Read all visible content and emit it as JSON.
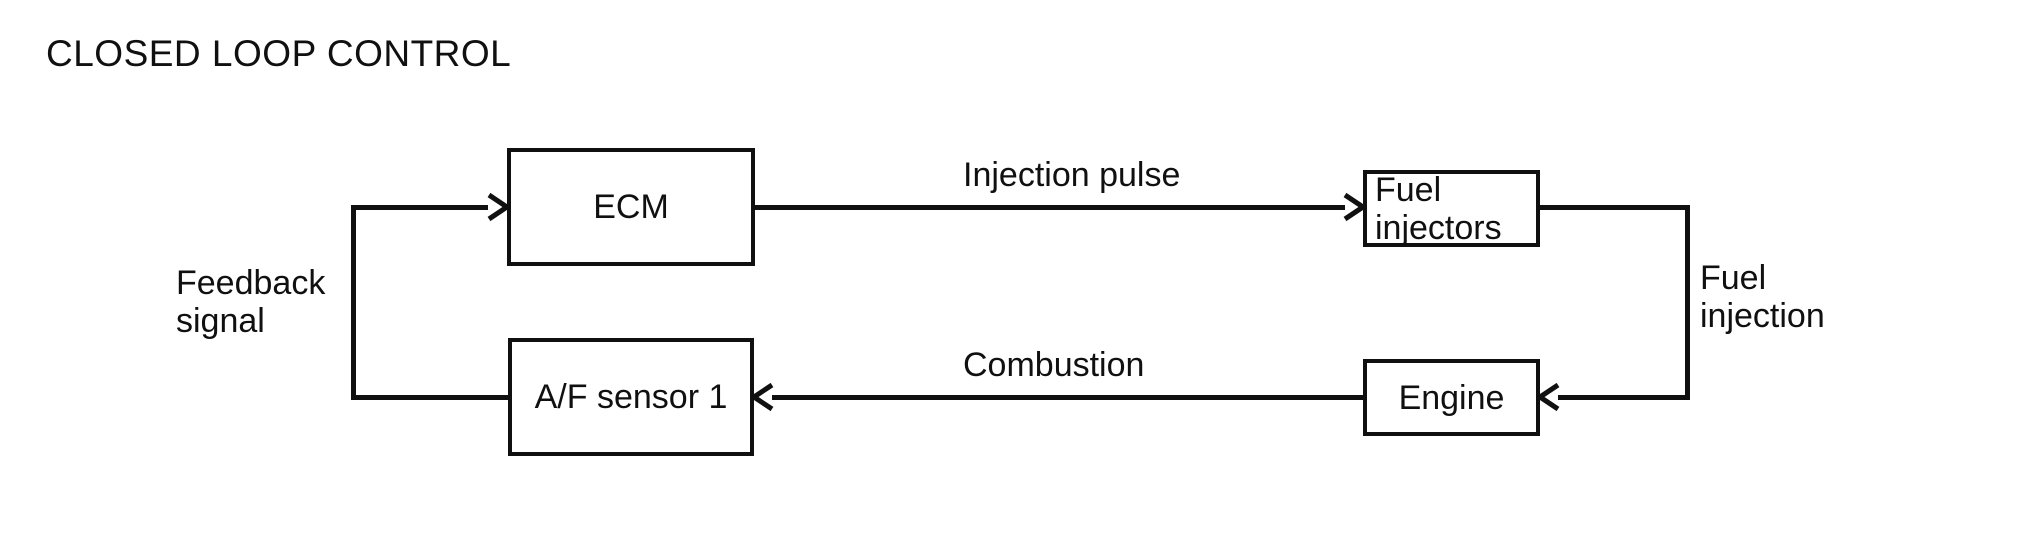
{
  "title": "CLOSED LOOP CONTROL",
  "nodes": {
    "ecm": {
      "label": "ECM"
    },
    "fuel_injectors": {
      "label": "Fuel\ninjectors"
    },
    "engine": {
      "label": "Engine"
    },
    "af_sensor_1": {
      "label": "A/F sensor 1"
    }
  },
  "edges": {
    "injection_pulse": {
      "label": "Injection pulse",
      "from": "ECM",
      "to": "Fuel injectors"
    },
    "fuel_injection": {
      "label": "Fuel\ninjection",
      "from": "Fuel injectors",
      "to": "Engine"
    },
    "combustion": {
      "label": "Combustion",
      "from": "Engine",
      "to": "A/F sensor 1"
    },
    "feedback_signal": {
      "label": "Feedback\nsignal",
      "from": "A/F sensor 1",
      "to": "ECM"
    }
  },
  "colors": {
    "ink": "#101010",
    "background": "#ffffff"
  }
}
